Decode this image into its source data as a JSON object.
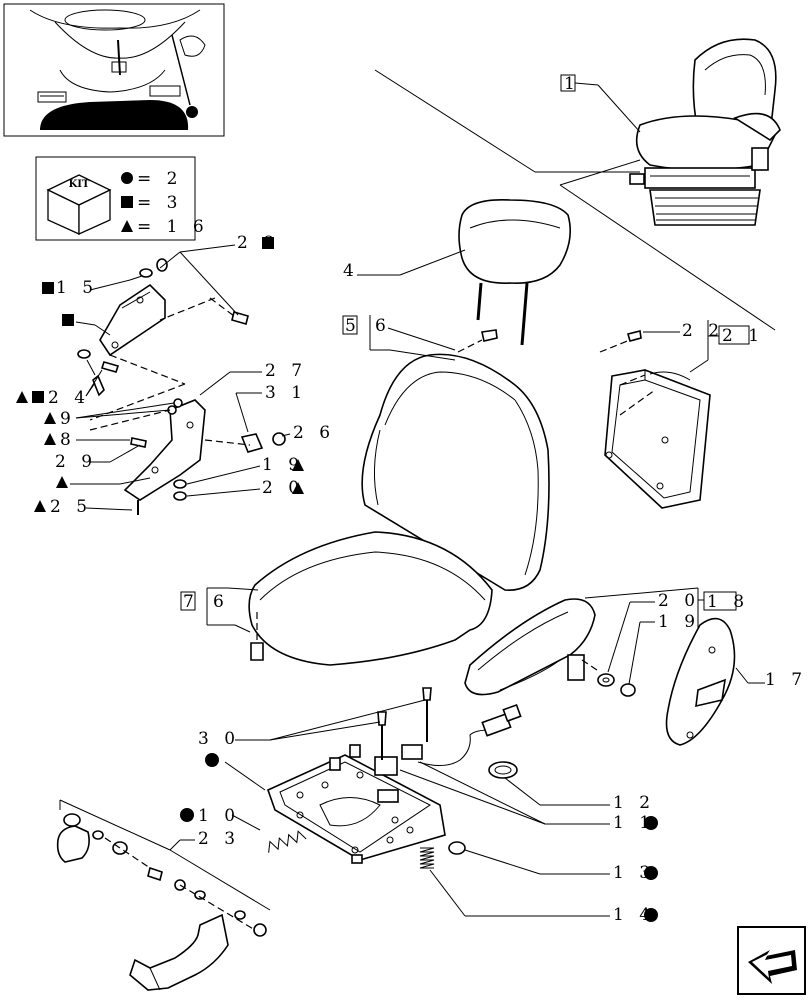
{
  "kit": {
    "badge": "KIT",
    "circle_qty": "= 2",
    "square_qty": "= 3",
    "triangle_qty": "= 1 6"
  },
  "callouts": {
    "c1": "1",
    "c4": "4",
    "c5": "5",
    "c6a": "6",
    "c7": "7",
    "c6b": "6",
    "c22": "2 2",
    "c21": "2 1",
    "c28": "2 8",
    "c15": "1 5",
    "c24": "2 4",
    "c27": "2 7",
    "c31": "3 1",
    "c9": "9",
    "c8": "8",
    "c26": "2 6",
    "c29": "2 9",
    "c19a": "1 9",
    "c20a": "2 0",
    "c25": "2 5",
    "c20b": "2 0",
    "c18": "1 8",
    "c19b": "1 9",
    "c17": "1 7",
    "c30": "3 0",
    "c10": "1 0",
    "c23": "2 3",
    "c12": "1 2",
    "c11": "1 1",
    "c13": "1 3",
    "c14": "1 4"
  }
}
